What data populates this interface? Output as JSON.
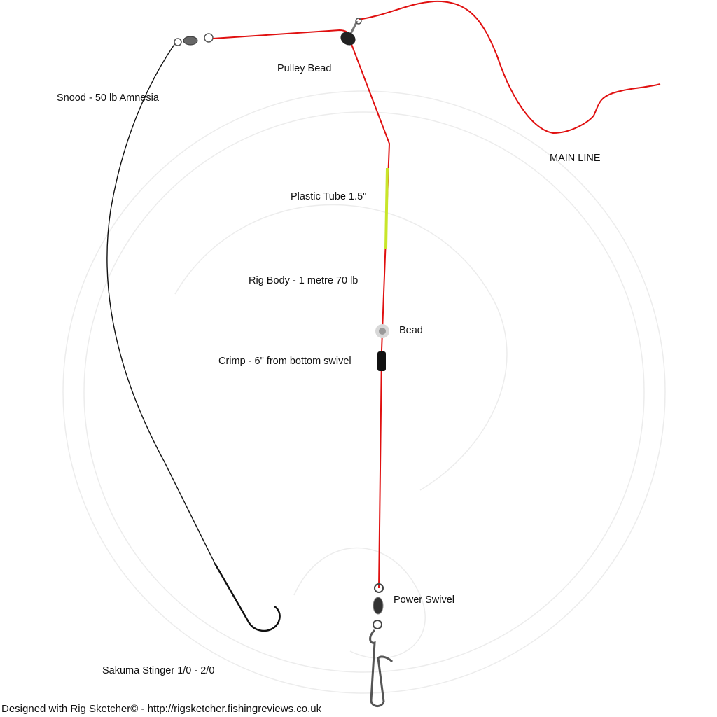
{
  "labels": {
    "snood": "Snood - 50 lb Amnesia",
    "pulley_bead": "Pulley Bead",
    "main_line": "MAIN LINE",
    "plastic_tube": "Plastic Tube 1.5\"",
    "rig_body": "Rig Body - 1 metre 70 lb",
    "bead": "Bead",
    "crimp": "Crimp - 6\" from bottom swivel",
    "power_swivel": "Power Swivel",
    "hook": "Sakuma Stinger 1/0 - 2/0"
  },
  "footer": "Designed with Rig Sketcher© - http://rigsketcher.fishingreviews.co.uk",
  "watermark": "Rig Sketcher",
  "colors": {
    "line": "#e01010",
    "tube": "#c8e62a",
    "snood": "#111111"
  }
}
